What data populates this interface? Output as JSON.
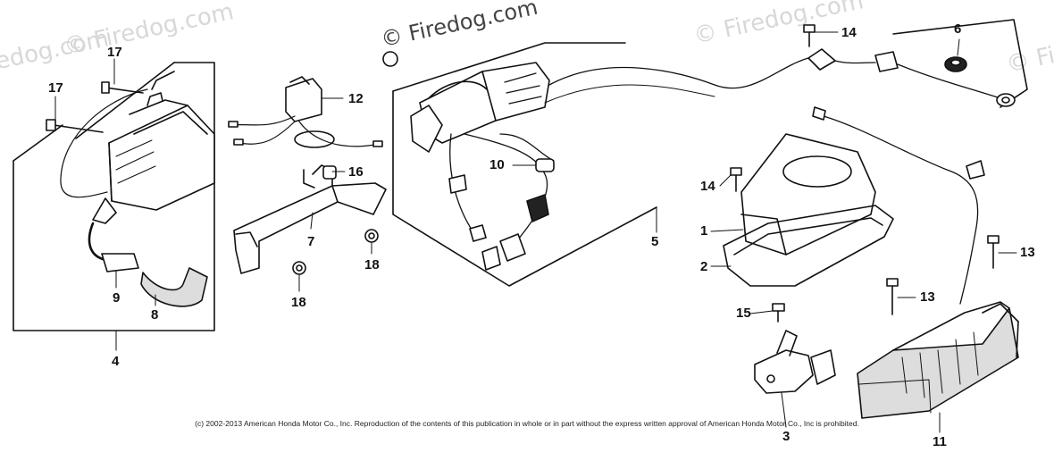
{
  "watermarks": [
    "© Firedog.com",
    "© Firedog.com",
    "© Firedog.com",
    "© Firedog.com",
    "© Firedog.com"
  ],
  "callouts": [
    "17",
    "17",
    "4",
    "9",
    "8",
    "12",
    "16",
    "7",
    "18",
    "18",
    "10",
    "5",
    "14",
    "6",
    "14",
    "1",
    "2",
    "15",
    "13",
    "13",
    "3",
    "11"
  ],
  "copyright": "(c) 2002-2013 American Honda Motor Co., Inc. Reproduction of the contents of this publication in whole or in part without the express written approval of American Honda Motor Co., Inc is prohibited.",
  "colors": {
    "ink": "#111111",
    "watermark": "#d8d8d8"
  }
}
